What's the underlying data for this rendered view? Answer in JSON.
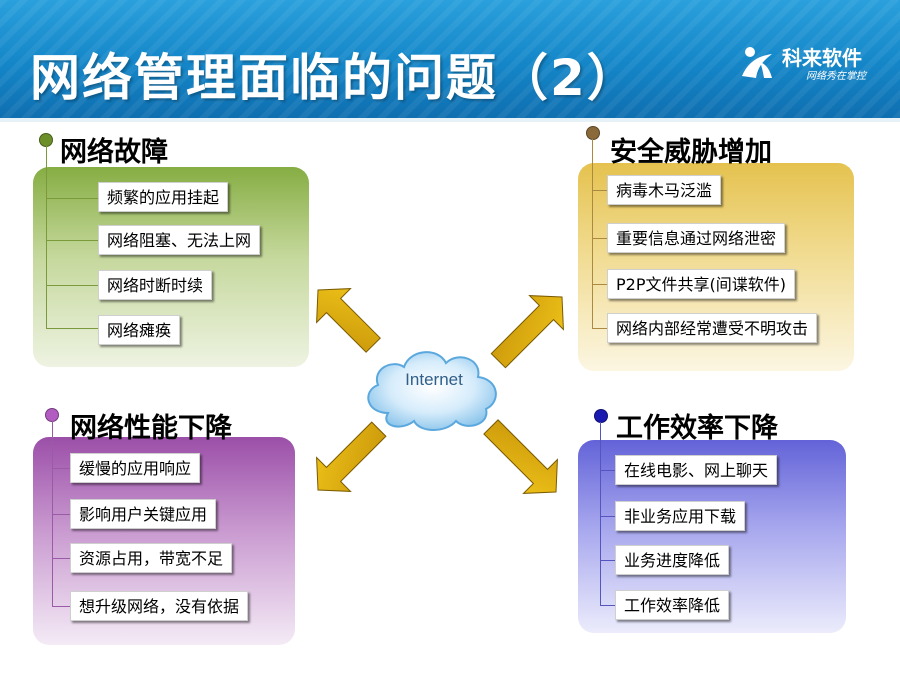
{
  "slide": {
    "title": "网络管理面临的问题（2）",
    "logo": {
      "name": "科来软件",
      "tagline": "网络秀在掌控"
    }
  },
  "center": {
    "label": "Internet"
  },
  "quadrants": {
    "network_fault": {
      "heading": "网络故障",
      "items": [
        "频繁的应用挂起",
        "网络阻塞、无法上网",
        "网络时断时续",
        "网络瘫痪"
      ]
    },
    "security": {
      "heading": "安全威胁增加",
      "items": [
        "病毒木马泛滥",
        "重要信息通过网络泄密",
        "P2P文件共享(间谍软件)",
        "网络内部经常遭受不明攻击"
      ]
    },
    "performance": {
      "heading": "网络性能下降",
      "items": [
        "缓慢的应用响应",
        "影响用户关键应用",
        "资源占用，带宽不足",
        "想升级网络，没有依据"
      ]
    },
    "efficiency": {
      "heading": "工作效率下降",
      "items": [
        "在线电影、网上聊天",
        "非业务应用下载",
        "业务进度降低",
        "工作效率降低"
      ]
    }
  },
  "colors": {
    "header": "#1486c8",
    "green": "#86ad43",
    "yellow": "#e5c24f",
    "purple": "#9b4fa8",
    "blue": "#6363d8",
    "arrow": "#d8a70c"
  }
}
